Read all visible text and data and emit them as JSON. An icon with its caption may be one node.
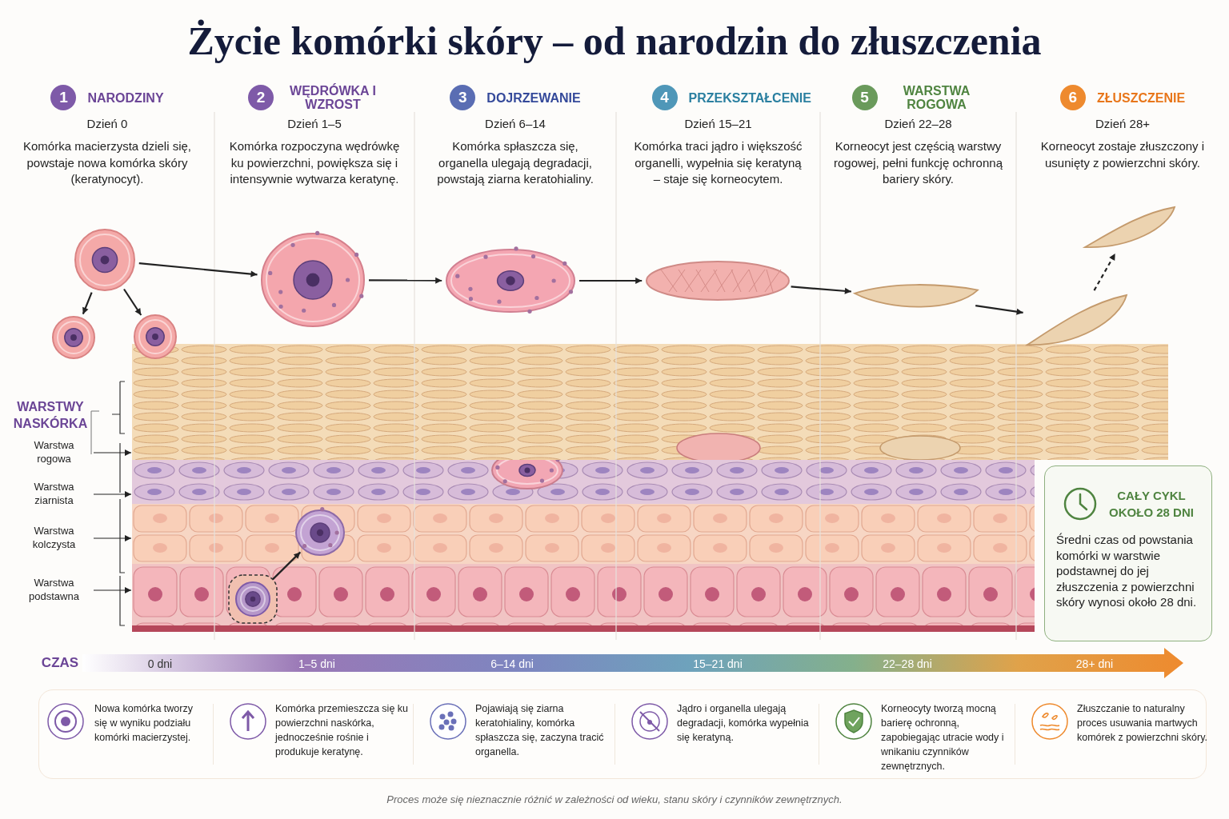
{
  "diagram": {
    "title": "Życie komórki skóry – od narodzin do złuszczenia",
    "caption": "Proces może się nieznacznie różnić w zależności od wieku, stanu skóry i czynników zewnętrznych.",
    "nodes": [
      {
        "text": [
          "1",
          "NARODZINY",
          "Dzień 0",
          "Komórka macierzysta dzieli się, powstaje nowa komórka skóry (keratynocyt)."
        ]
      },
      {
        "text": [
          "2",
          "WĘDRÓWKA I WZROST",
          "Dzień 1–5",
          "Komórka rozpoczyna wędrówkę ku powierzchni, powiększa się i intensywnie wytwarza keratynę."
        ]
      },
      {
        "text": [
          "3",
          "DOJRZEWANIE",
          "Dzień 6–14",
          "Komórka spłaszcza się, organella ulegają degradacji, powstają ziarna keratohialiny."
        ]
      },
      {
        "text": [
          "4",
          "PRZEKSZTAŁCENIE",
          "Dzień 15–21",
          "Komórka traci jądro i większość organelli, wypełnia się keratyną – staje się korneocytem."
        ]
      },
      {
        "text": [
          "5",
          "WARSTWA ROGOWA",
          "Dzień 22–28",
          "Korneocyt jest częścią warstwy rogowej, pełni funkcję ochronną bariery skóry."
        ]
      },
      {
        "text": [
          "6",
          "ZŁUSZCZENIE",
          "Dzień 28+",
          "Korneocyt zostaje złuszczony i usunięty z powierzchni skóry."
        ]
      },
      {
        "text": [],
        "shape": "picture"
      },
      {
        "text": [],
        "shape": "picture"
      },
      {
        "text": [],
        "shape": "picture"
      },
      {
        "text": [],
        "shape": "picture"
      },
      {
        "text": [],
        "shape": "picture"
      },
      {
        "text": [],
        "shape": "picture"
      },
      {
        "text": [],
        "shape": "picture"
      },
      {
        "text": [],
        "shape": "picture"
      },
      {
        "text": [],
        "shape": "picture"
      },
      {
        "text": [],
        "shape": "picture"
      },
      {
        "text": [],
        "shape": "picture"
      },
      {
        "text": [],
        "shape": "picture"
      },
      {
        "text": [],
        "shape": "picture"
      },
      {
        "text": [],
        "shape": "picture",
        "in": 18
      },
      {
        "text": [],
        "shape": "picture",
        "in": 17
      },
      {
        "text": [
          "Warstwa rogowa"
        ]
      },
      {
        "text": [
          "Warstwa ziarnista"
        ]
      },
      {
        "text": [
          "Warstwa kolczysta"
        ]
      },
      {
        "text": [
          "Warstwa podstawna"
        ]
      },
      {
        "text": [
          "CAŁY CYKL OKOŁO 28 DNI",
          "Średni czas od powstania komórki w warstwie podstawnej do jej złuszczenia z powierzchni skóry wynosi około 28 dni."
        ]
      }
    ],
    "edges": [
      {
        "from": 6,
        "to": 7,
        "arrow": "to"
      },
      {
        "from": 6,
        "to": 8,
        "arrow": "to"
      },
      {
        "from": 6,
        "to": 9,
        "arrow": "to"
      },
      {
        "from": 9,
        "to": 10,
        "arrow": "to"
      },
      {
        "from": 10,
        "to": 11,
        "arrow": "to"
      },
      {
        "from": 11,
        "to": 12,
        "arrow": "to"
      },
      {
        "from": 12,
        "to": 13,
        "arrow": "to"
      },
      {
        "from": 13,
        "to": 14,
        "arrow": "to",
        "style": "dashed"
      },
      {
        "from": 21,
        "to": 15,
        "arrow": "to"
      },
      {
        "from": 22,
        "to": 16,
        "arrow": "to"
      },
      {
        "from": 23,
        "to": 17,
        "arrow": "to"
      },
      {
        "from": 24,
        "to": 18,
        "arrow": "to"
      },
      {
        "from": 19,
        "to": 20,
        "arrow": "to"
      }
    ],
    "labels": [
      "WARSTWY NASKÓRKA",
      "CZAS",
      "0 dni",
      "1–5 dni",
      "6–14 dni",
      "15–21 dni",
      "22–28 dni",
      "28+ dni",
      "Nowa komórka tworzy się w wyniku podziału komórki macierzystej.",
      "Komórka przemieszcza się ku powierzchni naskórka, jednocześnie rośnie i produkuje keratynę.",
      "Pojawiają się ziarna keratohialiny, komórka spłaszcza się, zaczyna tracić organella.",
      "Jądro i organella ulegają degradacji, komórka wypełnia się keratyną.",
      "Korneocyty tworzą mocną barierę ochronną, zapobiegając utracie wody i wnikaniu czynników zewnętrznych.",
      "Złuszczanie to naturalny proces usuwania martwych komórek z powierzchni skóry."
    ]
  }
}
